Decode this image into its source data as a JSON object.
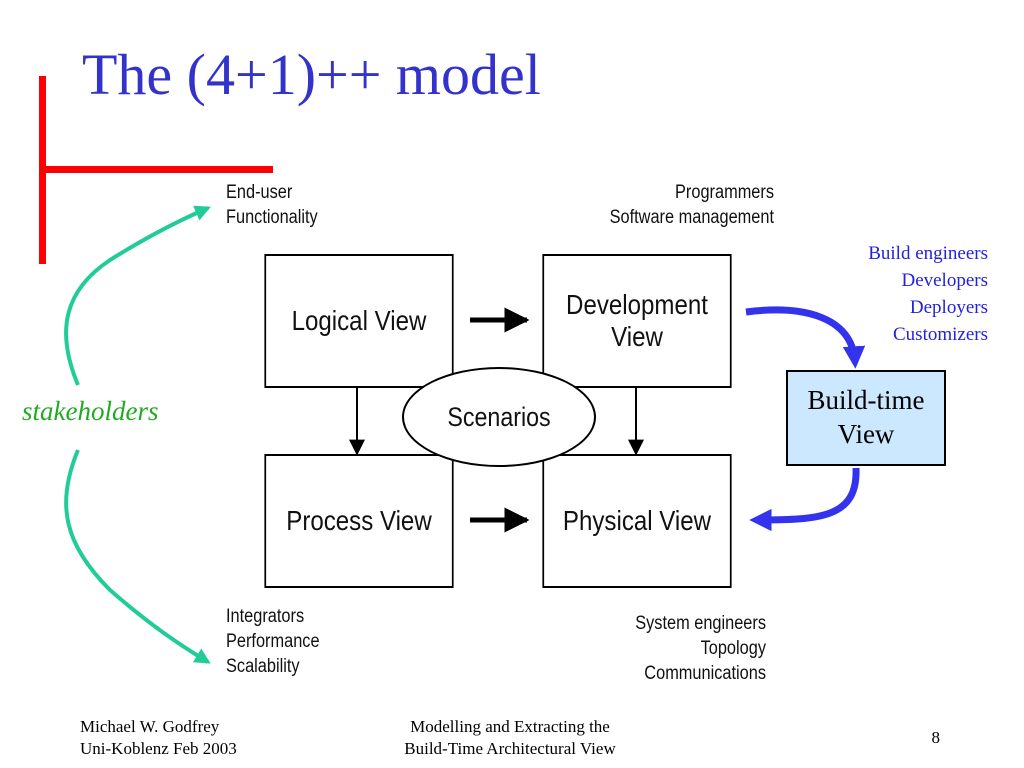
{
  "title": "The (4+1)++ model",
  "diagram": {
    "logical_view": "Logical View",
    "development_view": [
      "Development",
      "View"
    ],
    "process_view": "Process View",
    "physical_view": "Physical View",
    "scenarios": "Scenarios",
    "label_top_left": [
      "End-user",
      "Functionality"
    ],
    "label_top_right": [
      "Programmers",
      "Software management"
    ],
    "label_bottom_left": [
      "Integrators",
      "Performance",
      "Scalability"
    ],
    "label_bottom_right": [
      "System engineers",
      "Topology",
      "Communications"
    ],
    "build_roles": [
      "Build engineers",
      "Developers",
      "Deployers",
      "Customizers"
    ],
    "build_time_view": [
      "Build-time",
      "View"
    ],
    "stakeholders": "stakeholders"
  },
  "footer": {
    "author": "Michael W. Godfrey",
    "venue": "Uni-Koblenz Feb 2003",
    "talk_line1": "Modelling and Extracting the",
    "talk_line2": "Build-Time Architectural View",
    "page": "8"
  },
  "colors": {
    "title": "#3333cc",
    "accent_bar": "#ff0000",
    "blue_arrow": "#3333ee",
    "green_arrow": "#22cc99",
    "build_box": "#cce8ff",
    "stakeholders": "#22aa22"
  }
}
